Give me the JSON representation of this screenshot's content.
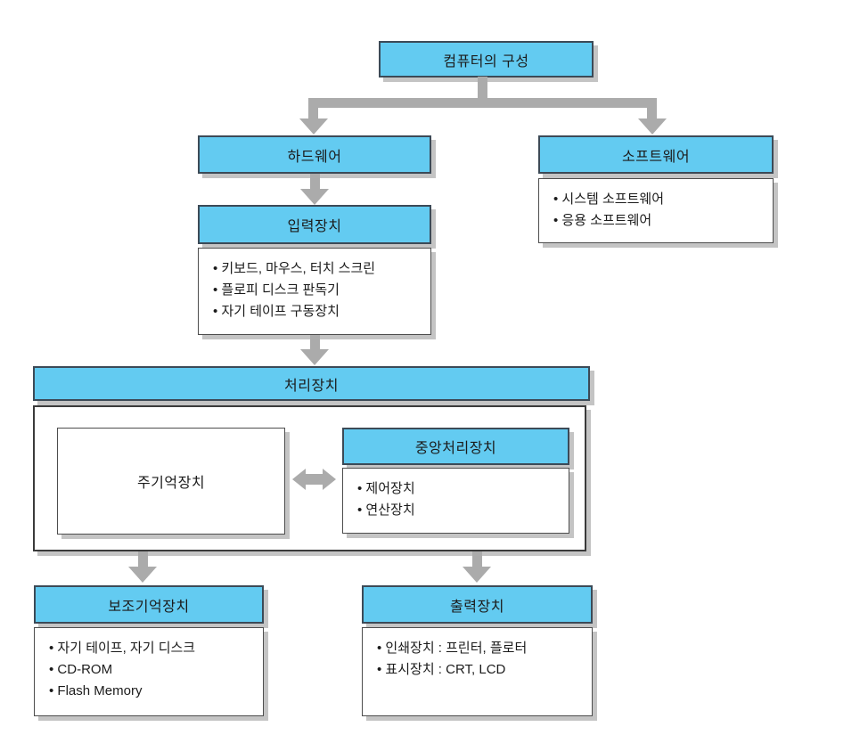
{
  "colors": {
    "node_fill": "#63cbf1",
    "node_border": "#3c4a57",
    "connector": "#ababab",
    "shadow": "#c4c4c4",
    "text": "#1b1b1b"
  },
  "diagram": {
    "nodes": {
      "root": {
        "label": "컴퓨터의 구성"
      },
      "hardware": {
        "label": "하드웨어"
      },
      "software": {
        "label": "소프트웨어",
        "items": [
          "시스템 소프트웨어",
          "응용 소프트웨어"
        ]
      },
      "input_device": {
        "label": "입력장치",
        "items": [
          "키보드, 마우스, 터치 스크린",
          "플로피 디스크 판독기",
          "자기 테이프 구동장치"
        ]
      },
      "processing_unit": {
        "label": "처리장치"
      },
      "main_memory": {
        "label": "주기억장치"
      },
      "cpu": {
        "label": "중앙처리장치",
        "items": [
          "제어장치",
          "연산장치"
        ]
      },
      "secondary_storage": {
        "label": "보조기억장치",
        "items": [
          "자기 테이프, 자기 디스크",
          "CD-ROM",
          "Flash Memory"
        ]
      },
      "output_device": {
        "label": "출력장치",
        "items": [
          "인쇄장치 : 프린터, 플로터",
          "표시장치 : CRT, LCD"
        ]
      }
    }
  }
}
